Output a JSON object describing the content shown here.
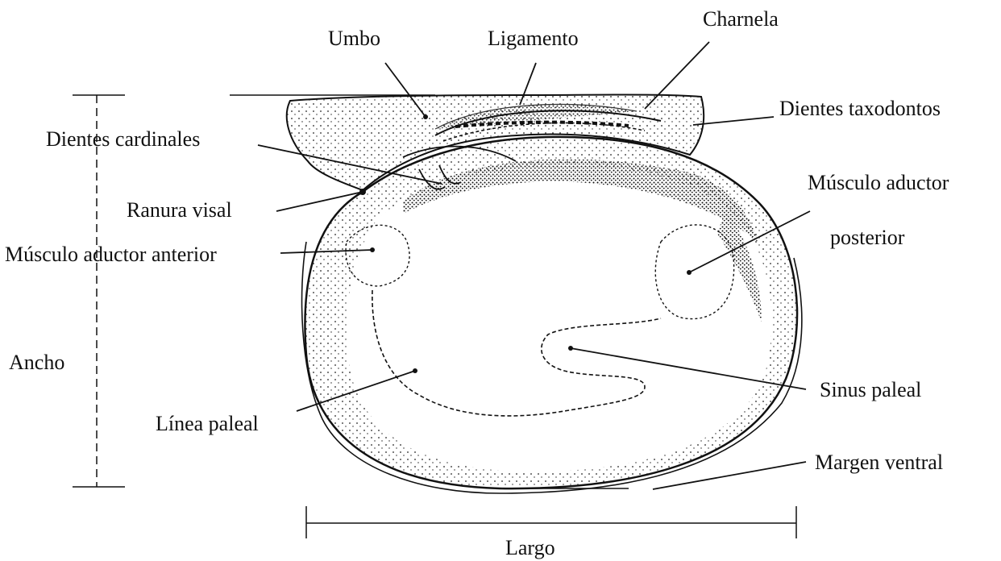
{
  "labels": {
    "umbo": "Umbo",
    "ligamento": "Ligamento",
    "charnela": "Charnela",
    "dientes_taxodontos": "Dientes taxodontos",
    "dientes_cardinales": "Dientes cardinales",
    "musculo_aductor_posterior_1": "Músculo aductor",
    "musculo_aductor_posterior_2": "posterior",
    "ranura_visal": "Ranura visal",
    "musculo_aductor_anterior": "Músculo aductor anterior",
    "ancho": "Ancho",
    "sinus_paleal": "Sinus paleal",
    "linea_paleal": "Línea paleal",
    "margen_ventral": "Margen ventral",
    "largo": "Largo"
  },
  "colors": {
    "ink": "#111111",
    "background": "#ffffff"
  }
}
